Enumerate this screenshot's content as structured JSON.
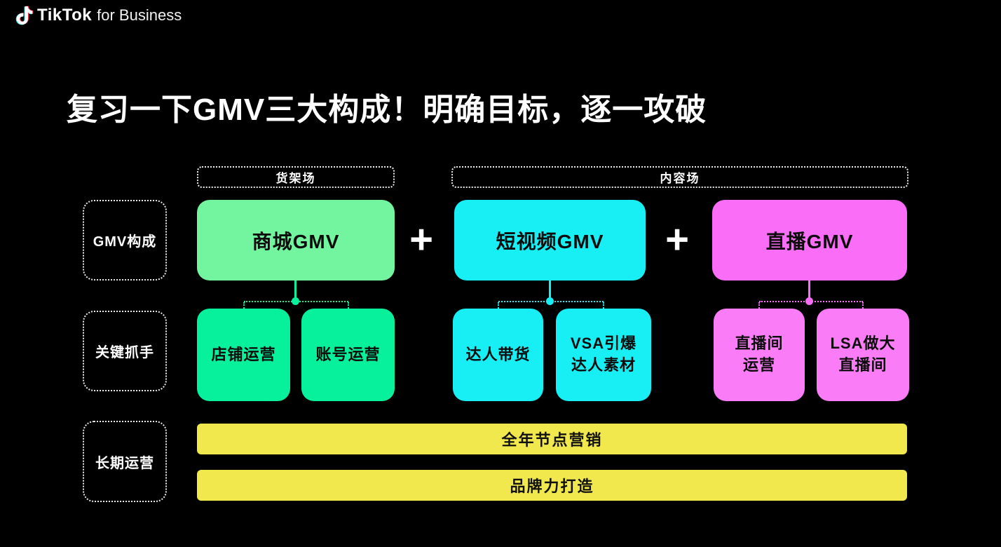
{
  "brand": {
    "icon": "tiktok-note-icon",
    "name_bold": "TikTok",
    "name_suffix": "for Business"
  },
  "title": "复习一下GMV三大构成！明确目标，逐一攻破",
  "field_headers": {
    "shelf": "货架场",
    "content": "内容场"
  },
  "row_labels": {
    "composition": "GMV构成",
    "key_levers": "关键抓手",
    "long_term": "长期运营"
  },
  "operators": {
    "plus": "+"
  },
  "colors": {
    "background": "#000000",
    "mall_main": "#72f59e",
    "mall_sub": "#07f09b",
    "short_video": "#18eff5",
    "live_main": "#fa6df7",
    "live_sub": "#fa7df7",
    "long_term_bar": "#f0e84d",
    "text_on_boxes": "#0c0c0c",
    "text_on_dark": "#ffffff"
  },
  "groups": [
    {
      "name": "mall",
      "main_label": "商城GMV",
      "subs": [
        "店铺运营",
        "账号运营"
      ]
    },
    {
      "name": "short-video",
      "main_label": "短视频GMV",
      "subs": [
        "达人带货",
        "VSA引爆\n达人素材"
      ]
    },
    {
      "name": "live",
      "main_label": "直播GMV",
      "subs": [
        "直播间\n运营",
        "LSA做大\n直播间"
      ]
    }
  ],
  "long_term_bars": [
    {
      "label": "全年节点营销"
    },
    {
      "label": "品牌力打造"
    }
  ]
}
